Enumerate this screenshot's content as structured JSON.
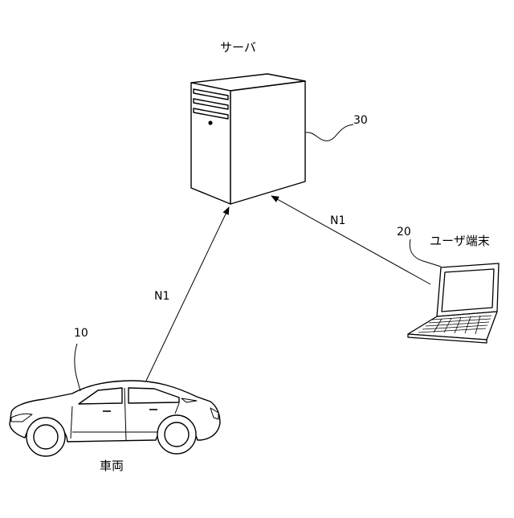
{
  "diagram": {
    "server": {
      "label": "サーバ",
      "ref": "30"
    },
    "user_terminal": {
      "label": "ユーザ端末",
      "ref": "20"
    },
    "vehicle": {
      "label": "車両",
      "ref": "10"
    },
    "network_vehicle": {
      "label": "N1"
    },
    "network_terminal": {
      "label": "N1"
    }
  },
  "colors": {
    "line": "#000000",
    "background": "#ffffff"
  }
}
